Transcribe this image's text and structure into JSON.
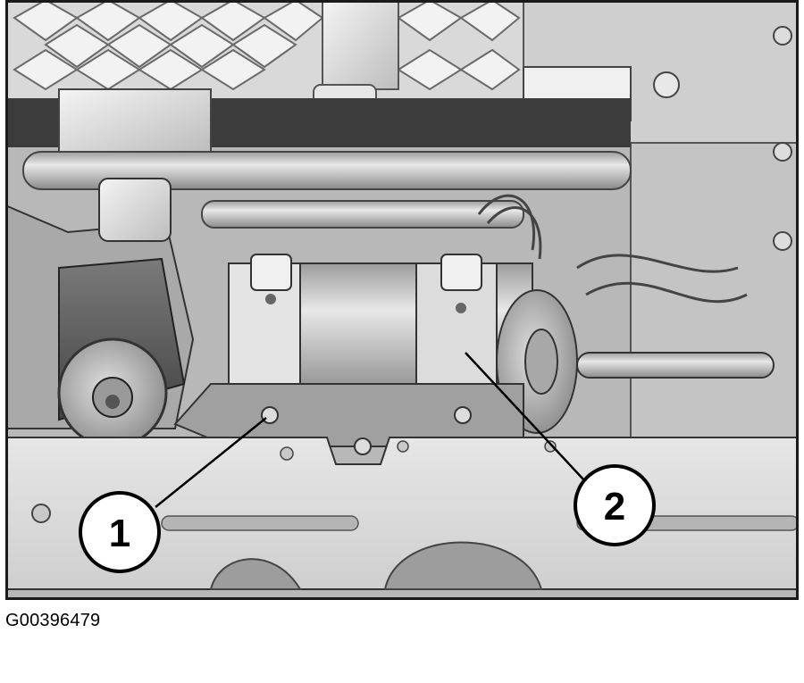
{
  "figure": {
    "id_label": "G00396479"
  },
  "callouts": [
    {
      "number": "1"
    },
    {
      "number": "2"
    }
  ],
  "colors": {
    "ink": "#000000",
    "frame": "#1a1a1a",
    "paper": "#ffffff"
  }
}
